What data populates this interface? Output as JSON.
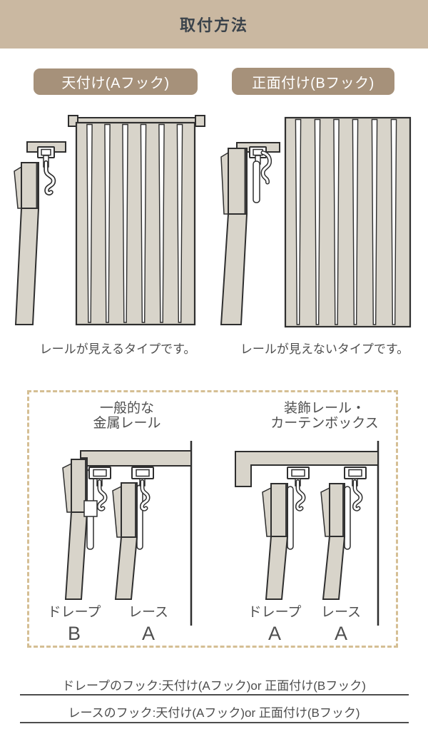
{
  "header": {
    "title": "取付方法"
  },
  "mount_labels": {
    "ceiling": "天付け(Aフック)",
    "front": "正面付け(Bフック)"
  },
  "captions": {
    "ceiling": "レールが見えるタイプです。",
    "front": "レールが見えないタイプです。"
  },
  "rail_box": {
    "left": {
      "title_line1": "一般的な",
      "title_line2": "金属レール",
      "items": [
        {
          "name": "ドレープ",
          "hook": "B"
        },
        {
          "name": "レース",
          "hook": "A"
        }
      ]
    },
    "right": {
      "title_line1": "装飾レール・",
      "title_line2": "カーテンボックス",
      "items": [
        {
          "name": "ドレープ",
          "hook": "A"
        },
        {
          "name": "レース",
          "hook": "A"
        }
      ]
    }
  },
  "footer_notes": [
    "ドレープのフック:天付け(Aフック)or 正面付け(Bフック)",
    "レースのフック:天付け(Aフック)or 正面付け(Bフック)"
  ],
  "colors": {
    "header_bg": "#cab8a1",
    "badge_bg": "#a6917a",
    "badge_text": "#ffffff",
    "title_text": "#3b434b",
    "body_text": "#4d4d4d",
    "illustration_fill": "#d8d4ca",
    "illustration_outline": "#2f2f2f",
    "dashed_border": "#d5bf94"
  }
}
